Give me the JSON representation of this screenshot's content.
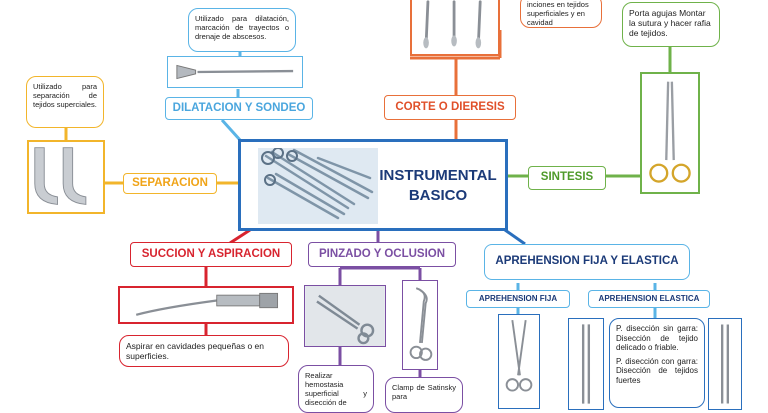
{
  "center": {
    "title_line1": "INSTRUMENTAL",
    "title_line2": "BASICO"
  },
  "branches": {
    "dilatacion": {
      "label": "DILATACION Y SONDEO",
      "note": "Utilizado para dilatación, marcación de trayectos o drenaje de abscesos."
    },
    "corte": {
      "label": "CORTE O DIERESIS",
      "note": "inciones en tejidos superficiales y en cavidad"
    },
    "separacion": {
      "label": "SEPARACION",
      "note": "Utilizado para separación de tejidos superciales."
    },
    "sintesis": {
      "label": "SINTESIS",
      "note": "Porta agujas Montar la sutura y hacer rafia de tejidos."
    },
    "succion": {
      "label": "SUCCION Y ASPIRACION",
      "note": "Aspirar en cavidades pequeñas o en superficies."
    },
    "pinzado": {
      "label": "PINZADO Y OCLUSION",
      "note_left": "Realizar hemostasia superficial y disección de",
      "note_right": "Clamp de Satinsky para"
    },
    "aprehension": {
      "label": "APREHENSION FIJA Y ELASTICA",
      "fija_label": "APREHENSION FIJA",
      "elastica_label": "APREHENSION ELASTICA",
      "note_p1": "P. disección sin garra: Disección de tejido delicado o friable.",
      "note_p2": "P. disección con garra: Disección de tejidos fuertes"
    }
  },
  "colors": {
    "blue": "#2a6fbd",
    "light_blue": "#5ab4e6",
    "orange": "#e8703a",
    "yellow": "#f2b52b",
    "green": "#6fb24a",
    "red": "#d8242f",
    "purple": "#7b4fa3",
    "brown": "#c07838"
  }
}
